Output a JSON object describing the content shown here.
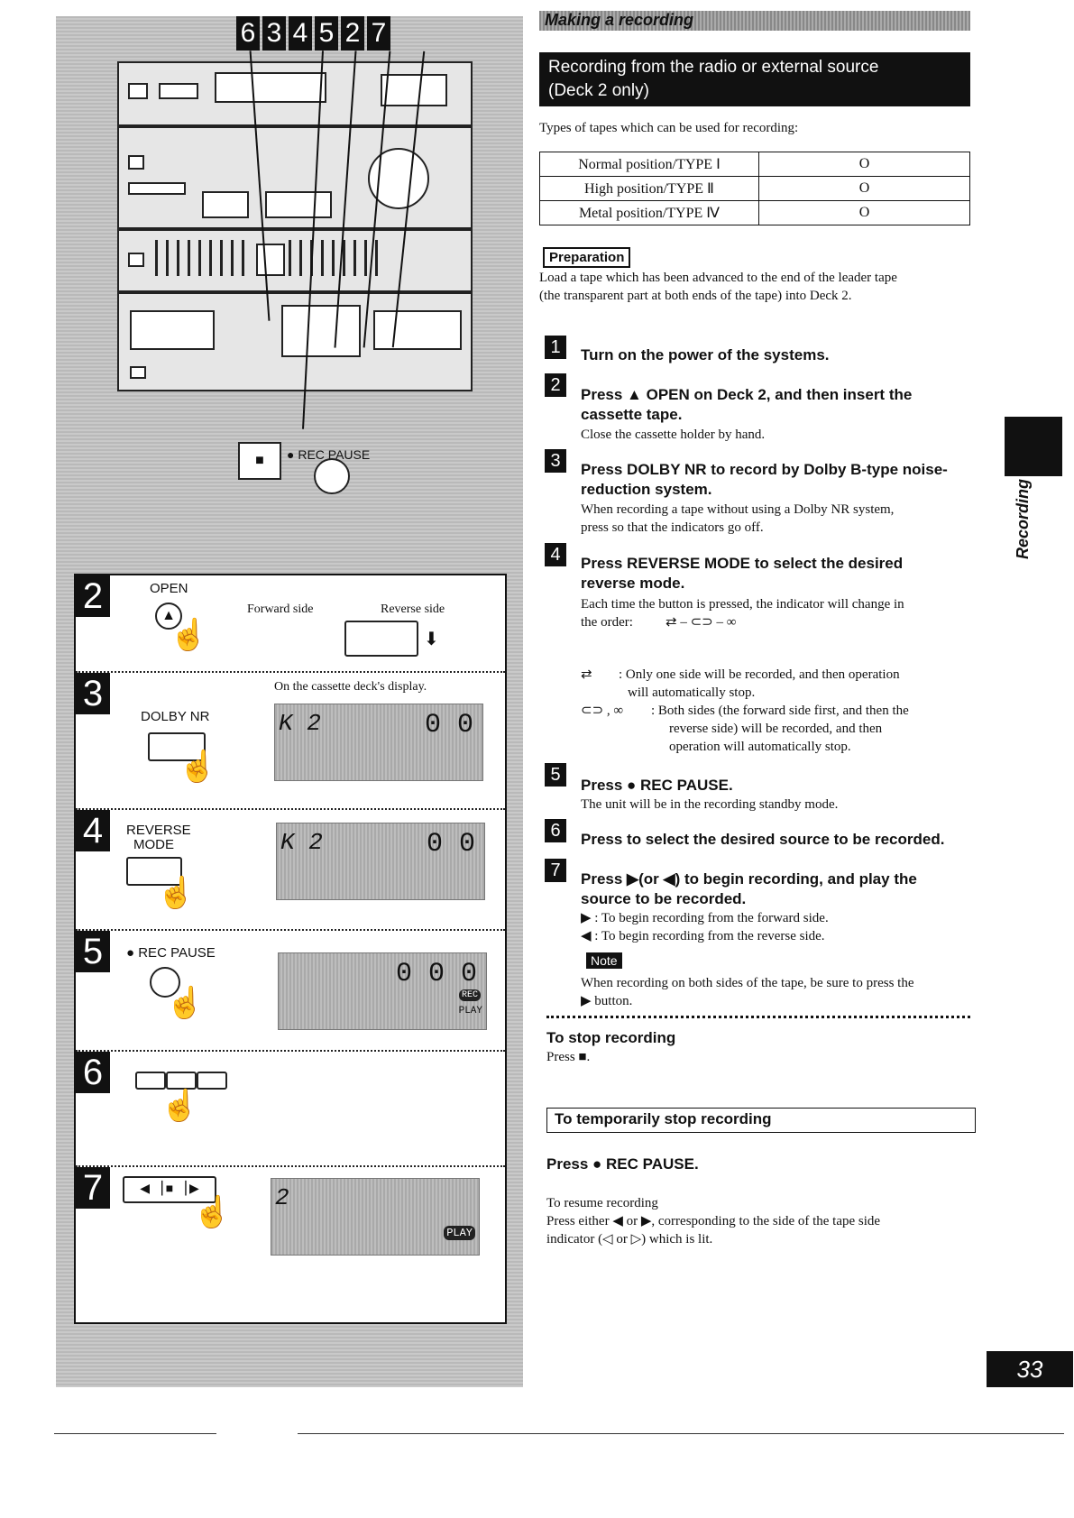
{
  "left_panel": {
    "callout_numbers": [
      "6",
      "3",
      "4",
      "5",
      "2",
      "7"
    ],
    "stop_glyph": "■",
    "rec_pause_label": "● REC PAUSE",
    "steps": [
      {
        "num": "2",
        "label": "OPEN",
        "forward_side": "Forward side",
        "reverse_side": "Reverse side"
      },
      {
        "num": "3",
        "label": "DOLBY NR",
        "display_caption": "On the cassette deck's display.",
        "display_left": "K 2",
        "display_right": "0 0"
      },
      {
        "num": "4",
        "label_line1": "REVERSE",
        "label_line2": "MODE",
        "display_left": "K 2",
        "display_right": "0 0"
      },
      {
        "num": "5",
        "label": "● REC PAUSE",
        "display_right": "0 0 0",
        "rec_badge": "REC",
        "play_badge": "PLAY"
      },
      {
        "num": "6"
      },
      {
        "num": "7",
        "play_badge": "PLAY",
        "display_left": "2"
      }
    ]
  },
  "header": {
    "section": "Making a recording",
    "title_line1": "Recording from the radio or external source",
    "title_line2": "(Deck 2 only)"
  },
  "types_intro": "Types of tapes which can be used for recording:",
  "tape_table": [
    {
      "type": "Normal position/TYPE Ⅰ",
      "ok": "O"
    },
    {
      "type": "High position/TYPE Ⅱ",
      "ok": "O"
    },
    {
      "type": "Metal position/TYPE Ⅳ",
      "ok": "O"
    }
  ],
  "preparation": {
    "label": "Preparation",
    "text_line1": "Load a tape which has been advanced to the end of the leader tape",
    "text_line2": "(the transparent part at both ends of the tape) into Deck 2."
  },
  "steps": [
    {
      "num": "1",
      "heading": "Turn on the power of the systems."
    },
    {
      "num": "2",
      "heading_line1": "Press ▲ OPEN on Deck 2, and then insert the",
      "heading_line2": "cassette tape.",
      "text": "Close the cassette holder by hand."
    },
    {
      "num": "3",
      "heading_line1": "Press DOLBY NR to record by Dolby B-type noise-",
      "heading_line2": "reduction system.",
      "text_line1": "When recording a tape without using a Dolby NR system,",
      "text_line2": "press so that the indicators go off."
    },
    {
      "num": "4",
      "heading_line1": "Press REVERSE MODE to select the desired",
      "heading_line2": "reverse mode.",
      "text_line1": "Each time the button is pressed, the indicator will change in",
      "text_line2": "the order:",
      "order_glyphs": "⇄ – ⊂⊃ – ∞",
      "mode1_glyph": "⇄",
      "mode1_text_line1": ": Only one side will be recorded, and then operation",
      "mode1_text_line2": "will automatically stop.",
      "mode2_glyph": "⊂⊃ , ∞",
      "mode2_text_line1": ": Both sides (the forward side first, and then the",
      "mode2_text_line2": "reverse side) will be recorded, and then",
      "mode2_text_line3": "operation will automatically stop."
    },
    {
      "num": "5",
      "heading": "Press ● REC PAUSE.",
      "text": "The unit will be in the recording standby mode."
    },
    {
      "num": "6",
      "heading": "Press to select the desired source to be recorded."
    },
    {
      "num": "7",
      "heading_line1": "Press ▶(or ◀) to begin recording, and play the",
      "heading_line2": "source to be recorded.",
      "text_line1": "▶ : To begin recording from the forward side.",
      "text_line2": "◀ : To begin recording from the reverse side."
    }
  ],
  "note": {
    "label": "Note",
    "text_line1": "When recording on both sides of the tape, be sure to press the",
    "text_line2": "▶ button."
  },
  "stop_recording": {
    "heading": "To stop recording",
    "text": "Press ■."
  },
  "temporarily_stop": {
    "label": "To temporarily stop recording",
    "heading": "Press ● REC PAUSE."
  },
  "resume": {
    "heading": "To resume recording",
    "text_line1": "Press either ◀ or ▶, corresponding to the side of the tape side",
    "text_line2": "indicator (◁ or ▷) which is lit."
  },
  "side_tab_label": "Recording",
  "page_number": "33"
}
